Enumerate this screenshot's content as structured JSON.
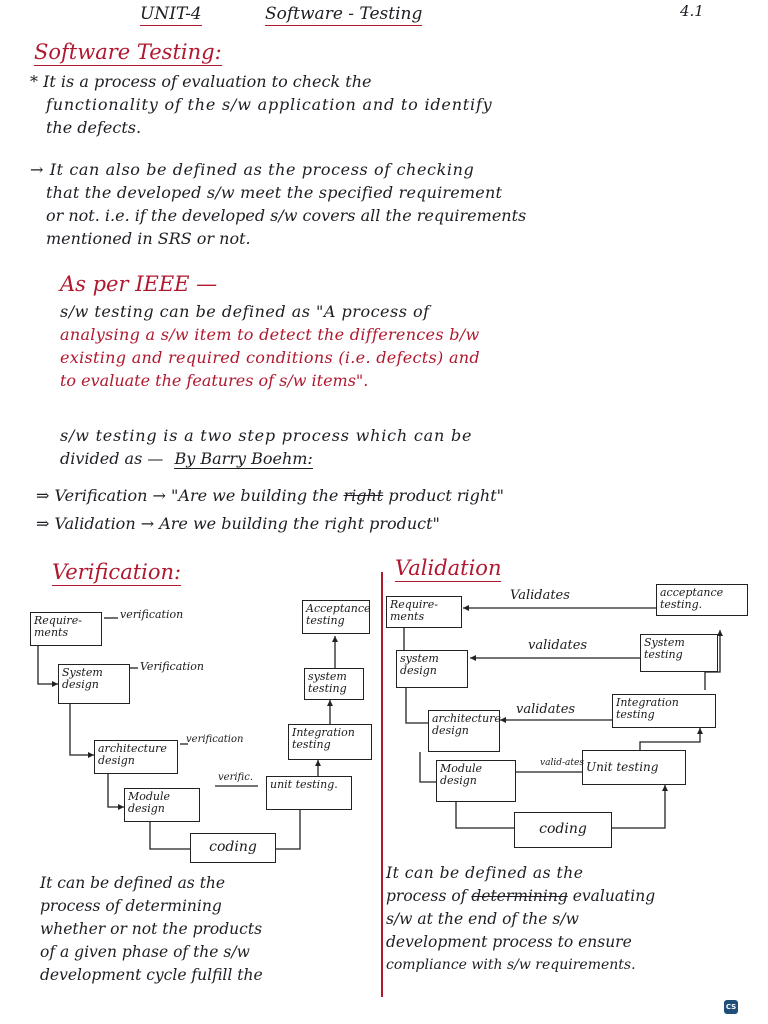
{
  "header": {
    "unit": "UNIT-4",
    "title": "Software - Testing",
    "page_no": "4.1"
  },
  "section1": {
    "heading": "Software Testing:",
    "bullet1": [
      "* It is a process of evaluation to check the",
      "functionality of the s/w application and to identify",
      "the defects."
    ],
    "bullet2": [
      "→ It can also be defined as the process of checking",
      "that the developed s/w meet the specified requirement",
      "or not. i.e. if the developed s/w covers all the requirements",
      "mentioned in SRS or not."
    ]
  },
  "ieee": {
    "heading": "As per IEEE —",
    "line1": "s/w testing can be defined as \"A process of",
    "line2": "analysing a s/w item to detect the differences b/w",
    "line3": "existing and required conditions (i.e. defects) and",
    "line4": "to evaluate the features of s/w items\"."
  },
  "two_step": {
    "line1": "s/w testing is a two step process which can be",
    "line2_prefix": "divided as —",
    "line2_by": "By Barry Boehm:",
    "verification": "⇒ Verification → \"Are we building the",
    "verification_struck": "right",
    "verification_end": "product right\"",
    "validation": "⇒ Validation → Are we building the right product\""
  },
  "verification_section": {
    "heading": "Verification:",
    "boxes": {
      "requirements": "Require-ments",
      "system_design": "System design",
      "architecture_design": "architecture design",
      "module_design": "Module design",
      "coding": "coding",
      "unit_testing": "unit testing.",
      "integration_testing": "Integration testing",
      "system_testing": "system testing",
      "acceptance_testing": "Acceptance testing"
    },
    "labels": {
      "v1": "verification",
      "v2": "Verification",
      "v3": "verification",
      "v4": "verific."
    },
    "definition": [
      "It can be defined as the",
      "process of determining",
      "whether or not the products",
      "of a given phase of the s/w",
      "development cycle fulfill the"
    ]
  },
  "validation_section": {
    "heading": "Validation",
    "boxes": {
      "requirements": "Require-ments",
      "system_design": "system design",
      "architecture_design": "architecture design",
      "module_design": "Module design",
      "coding": "coding",
      "unit_testing": "Unit testing",
      "integration_testing": "Integration testing",
      "system_testing": "System testing",
      "acceptance_testing": "acceptance testing."
    },
    "labels": {
      "v1": "Validates",
      "v2": "validates",
      "v3": "validates",
      "v4": "valid-ates"
    },
    "definition_line1": "It can be defined as the",
    "definition_line2_prefix": "process of",
    "definition_line2_struck": "determining",
    "definition_line2_end": "evaluating",
    "definition_rest": [
      "s/w at the end of the s/w",
      "development process to ensure",
      "compliance with s/w requirements."
    ]
  },
  "badge": "CS"
}
